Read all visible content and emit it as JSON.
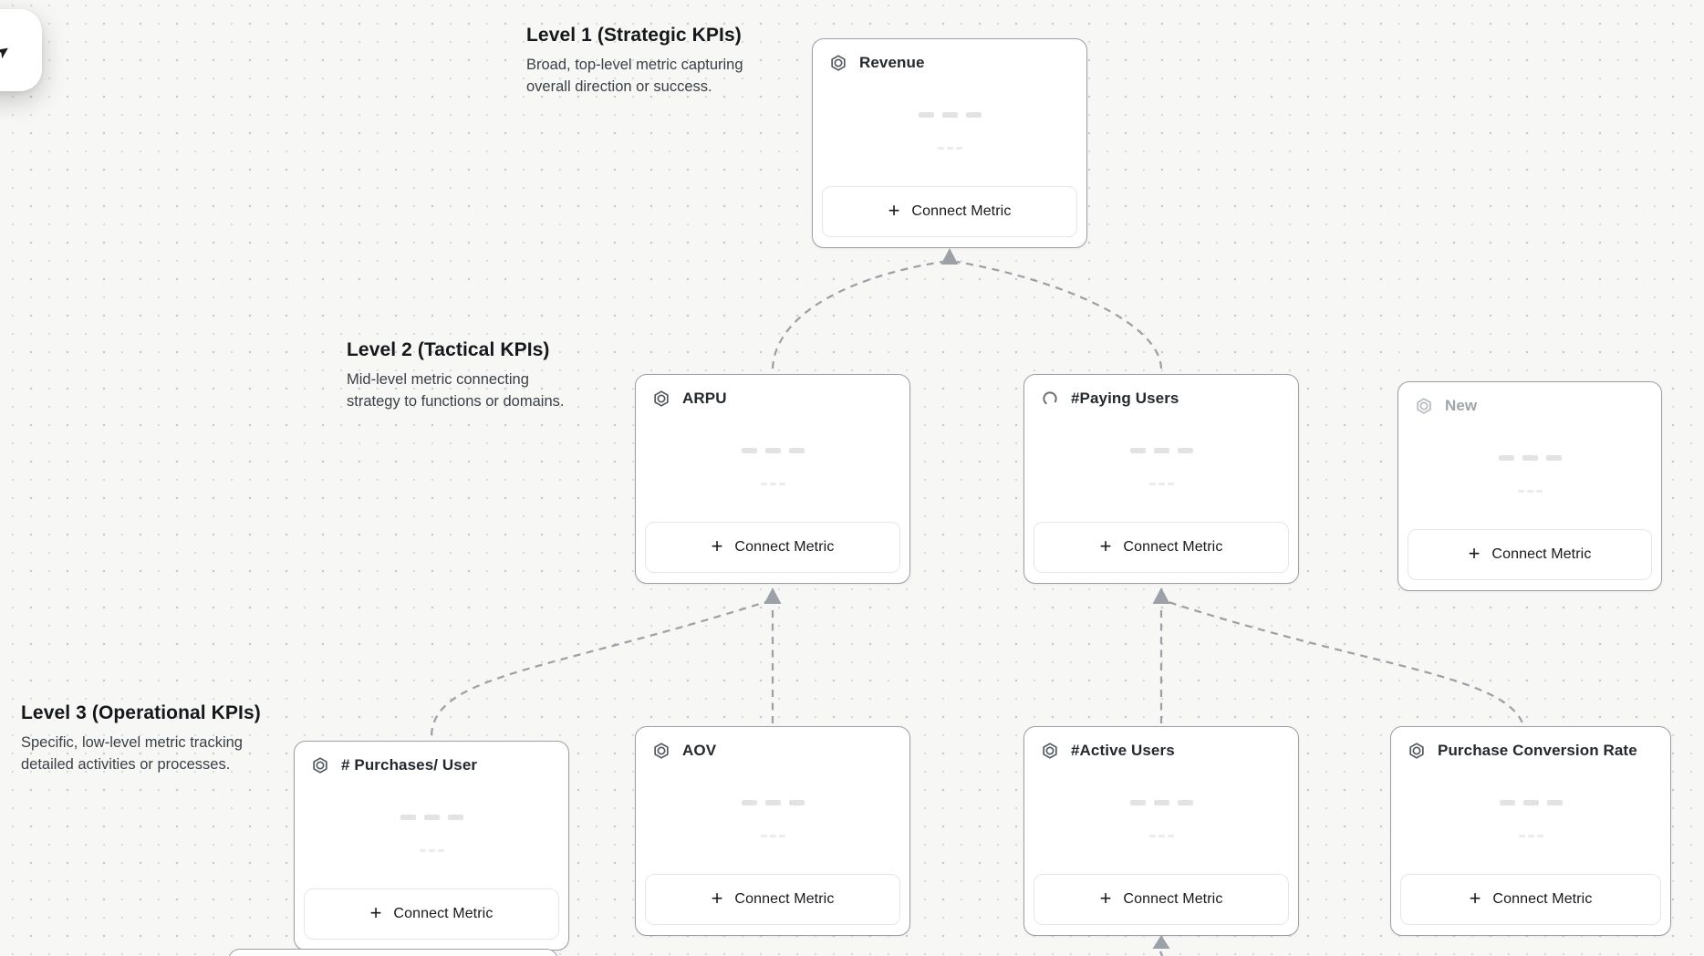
{
  "sections": {
    "level1": {
      "title": "Level 1 (Strategic KPIs)",
      "description": "Broad, top-level metric capturing overall direction or success."
    },
    "level2": {
      "title": "Level 2 (Tactical KPIs)",
      "description": "Mid-level metric connecting strategy to functions or domains."
    },
    "level3": {
      "title": "Level 3 (Operational KPIs)",
      "description": "Specific, low-level metric tracking detailed activities or processes."
    }
  },
  "cards": {
    "revenue": {
      "title": "Revenue",
      "button": "Connect Metric",
      "state": "default",
      "icon": "hexagon-metric-icon"
    },
    "arpu": {
      "title": "ARPU",
      "button": "Connect Metric",
      "state": "default",
      "icon": "hexagon-metric-icon"
    },
    "paying_users": {
      "title": "#Paying Users",
      "button": "Connect Metric",
      "state": "loading",
      "icon": "spinner-icon"
    },
    "new": {
      "title": "New",
      "button": "Connect Metric",
      "state": "draft",
      "icon": "hexagon-metric-icon"
    },
    "purchases_per_user": {
      "title": "# Purchases/ User",
      "button": "Connect Metric",
      "state": "default",
      "icon": "hexagon-metric-icon"
    },
    "aov": {
      "title": "AOV",
      "button": "Connect Metric",
      "state": "default",
      "icon": "hexagon-metric-icon"
    },
    "active_users": {
      "title": "#Active Users",
      "button": "Connect Metric",
      "state": "default",
      "icon": "hexagon-metric-icon"
    },
    "purchase_conversion_rate": {
      "title": "Purchase Conversion Rate",
      "button": "Connect Metric",
      "state": "default",
      "icon": "hexagon-metric-icon"
    }
  },
  "icons": {
    "plus": "+",
    "cursor": "➤"
  },
  "colors": {
    "canvas_background": "#f7f7f6",
    "grid_dot": "#c9cccd",
    "card_border": "#9aa0a6",
    "connector": "#9ca1a7",
    "title_text": "#15181b",
    "muted_text": "#a0a5ab",
    "skeleton": "#e2e3e4"
  }
}
